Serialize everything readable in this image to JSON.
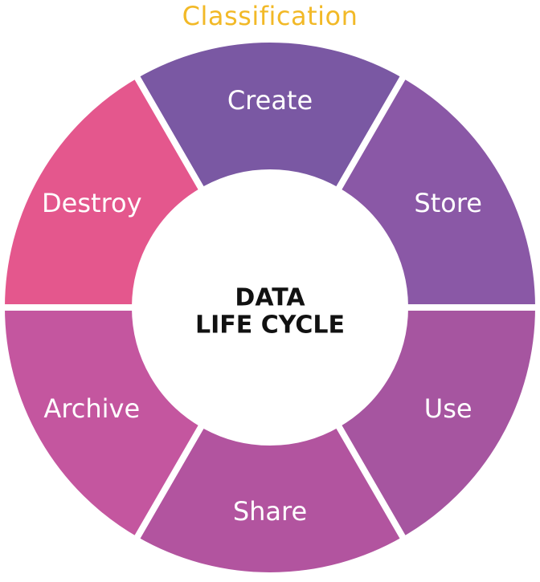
{
  "header": {
    "title": "Classification",
    "color": "#F2B927"
  },
  "center": {
    "line1": "DATA",
    "line2": "LIFE CYCLE",
    "background": "#ffffff",
    "text_color": "#111111"
  },
  "segments": [
    {
      "label": "Create",
      "color": "#7A58A3"
    },
    {
      "label": "Store",
      "color": "#8A58A6"
    },
    {
      "label": "Use",
      "color": "#A655A0"
    },
    {
      "label": "Share",
      "color": "#B2549F"
    },
    {
      "label": "Archive",
      "color": "#C4569F"
    },
    {
      "label": "Destroy",
      "color": "#E4578D"
    }
  ]
}
